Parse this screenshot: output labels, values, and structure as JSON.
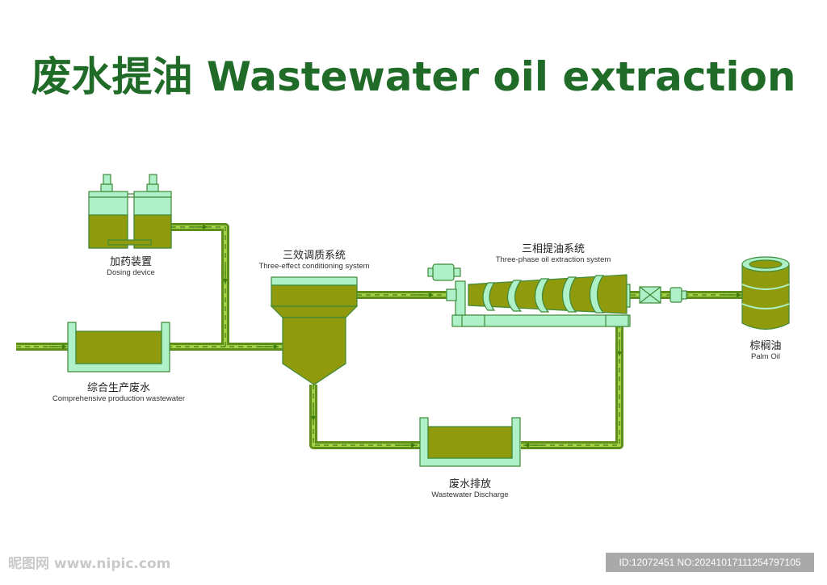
{
  "title": "废水提油 Wastewater oil extraction",
  "components": {
    "dosing": {
      "cn": "加药装置",
      "en": "Dosing device"
    },
    "wastewater": {
      "cn": "综合生产废水",
      "en": "Comprehensive production wastewater"
    },
    "conditioning": {
      "cn": "三效调质系统",
      "en": "Three-effect conditioning system"
    },
    "extraction": {
      "cn": "三相提油系统",
      "en": "Three-phase oil extraction system"
    },
    "palm_oil": {
      "cn": "棕榈油",
      "en": "Palm Oil"
    },
    "discharge": {
      "cn": "废水排放",
      "en": "Wastewater Discharge"
    }
  },
  "watermark": {
    "left": "昵图网 www.nipic.com",
    "right": "ID:12072451 NO:20241017111254797105"
  },
  "colors": {
    "title": "#1f6b27",
    "pipe_outer": "#5f8e1a",
    "pipe_inner": "#a4d148",
    "tank_fill": "#8f9a0d",
    "equipment_light": "#aef0c8",
    "outline": "#3f8a3a"
  }
}
